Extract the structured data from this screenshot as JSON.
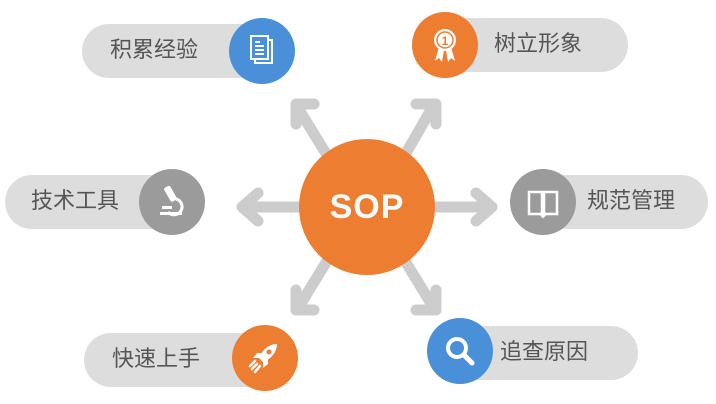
{
  "diagram": {
    "type": "hub-and-spoke",
    "center": {
      "label": "SOP",
      "color": "#ED7D31"
    },
    "nodes": [
      {
        "id": "top-left",
        "label": "积累经验",
        "icon": "document-icon",
        "icon_color": "#4A90D9"
      },
      {
        "id": "top-right",
        "label": "树立形象",
        "icon": "award-ribbon-icon",
        "icon_color": "#ED7D31",
        "badge_number": "1"
      },
      {
        "id": "middle-left",
        "label": "技术工具",
        "icon": "microscope-icon",
        "icon_color": "#9B9B9B"
      },
      {
        "id": "middle-right",
        "label": "规范管理",
        "icon": "open-book-icon",
        "icon_color": "#9B9B9B"
      },
      {
        "id": "bottom-left",
        "label": "快速上手",
        "icon": "rocket-icon",
        "icon_color": "#ED7D31"
      },
      {
        "id": "bottom-right",
        "label": "追查原因",
        "icon": "magnifier-icon",
        "icon_color": "#4A90D9"
      }
    ],
    "colors": {
      "arrow": "#CCCCCC",
      "pill_background": "#DDDDDD",
      "label_text": "#555555"
    }
  }
}
